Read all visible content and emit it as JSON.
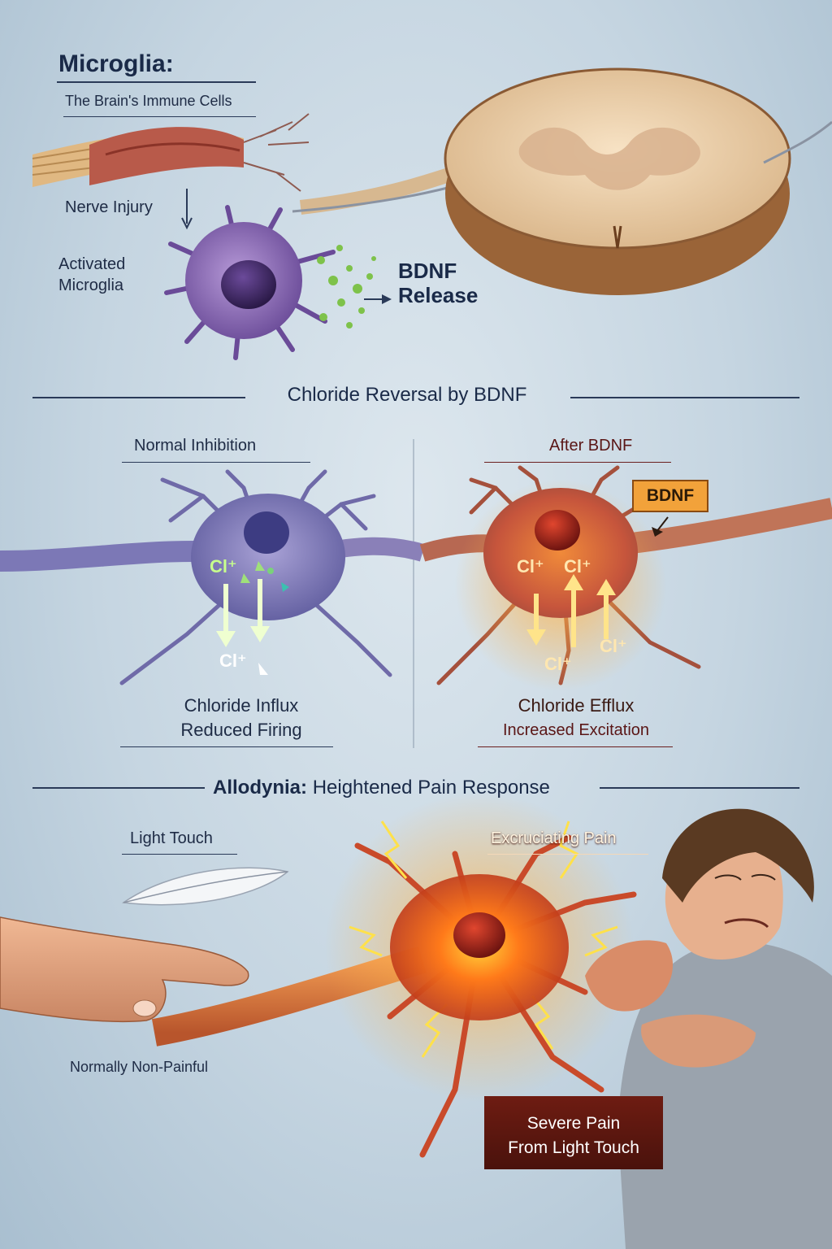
{
  "header": {
    "title": "Microglia:",
    "subtitle": "The Brain's Immune Cells"
  },
  "injury": {
    "nerve_injury": "Nerve Injury",
    "activated_line1": "Activated",
    "activated_line2": "Microglia",
    "bdnf_line1": "BDNF",
    "bdnf_line2": "Release"
  },
  "section2": {
    "title": "Chloride Reversal by BDNF",
    "left": {
      "title": "Normal Inhibition",
      "ion_top": "Cl⁺",
      "ion_bottom": "Cl⁺",
      "caption_line1": "Chloride Influx",
      "caption_line2": "Reduced Firing"
    },
    "right": {
      "title": "After BDNF",
      "badge": "BDNF",
      "ion_1": "Cl⁺",
      "ion_2": "Cl⁺",
      "ion_3": "Cl⁺",
      "ion_4": "Cl⁺",
      "caption_line1": "Chloride Efflux",
      "caption_line2": "Increased Excitation"
    }
  },
  "section3": {
    "title_bold": "Allodynia:",
    "title_rest": "Heightened Pain Response",
    "light_touch": "Light Touch",
    "normally_non_painful": "Normally Non-Painful",
    "excruciating": "Excruciating Pain",
    "severe_line1": "Severe Pain",
    "severe_line2": "From Light Touch"
  },
  "colors": {
    "microglia": "#7b5aa6",
    "neuron_normal": "#6f6aa8",
    "neuron_bdnf": "#c8553a",
    "pain": "#ff7a1a",
    "influx_arrow": "#d8f0a0",
    "efflux_arrow": "#ffe060",
    "badge": "#f2a23a"
  }
}
